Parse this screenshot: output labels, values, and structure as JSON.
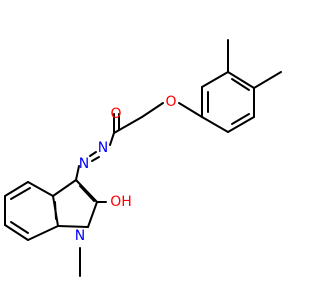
{
  "molecule": {
    "atoms": [
      {
        "label": "O",
        "color": "#ff0000"
      },
      {
        "label": "O",
        "color": "#ff0000"
      },
      {
        "label": "N",
        "color": "#0000ff"
      },
      {
        "label": "N",
        "color": "#0000ff"
      },
      {
        "label": "OH",
        "color": "#ff0000"
      },
      {
        "label": "N",
        "color": "#0000ff"
      }
    ],
    "bond_color": "#000000"
  }
}
